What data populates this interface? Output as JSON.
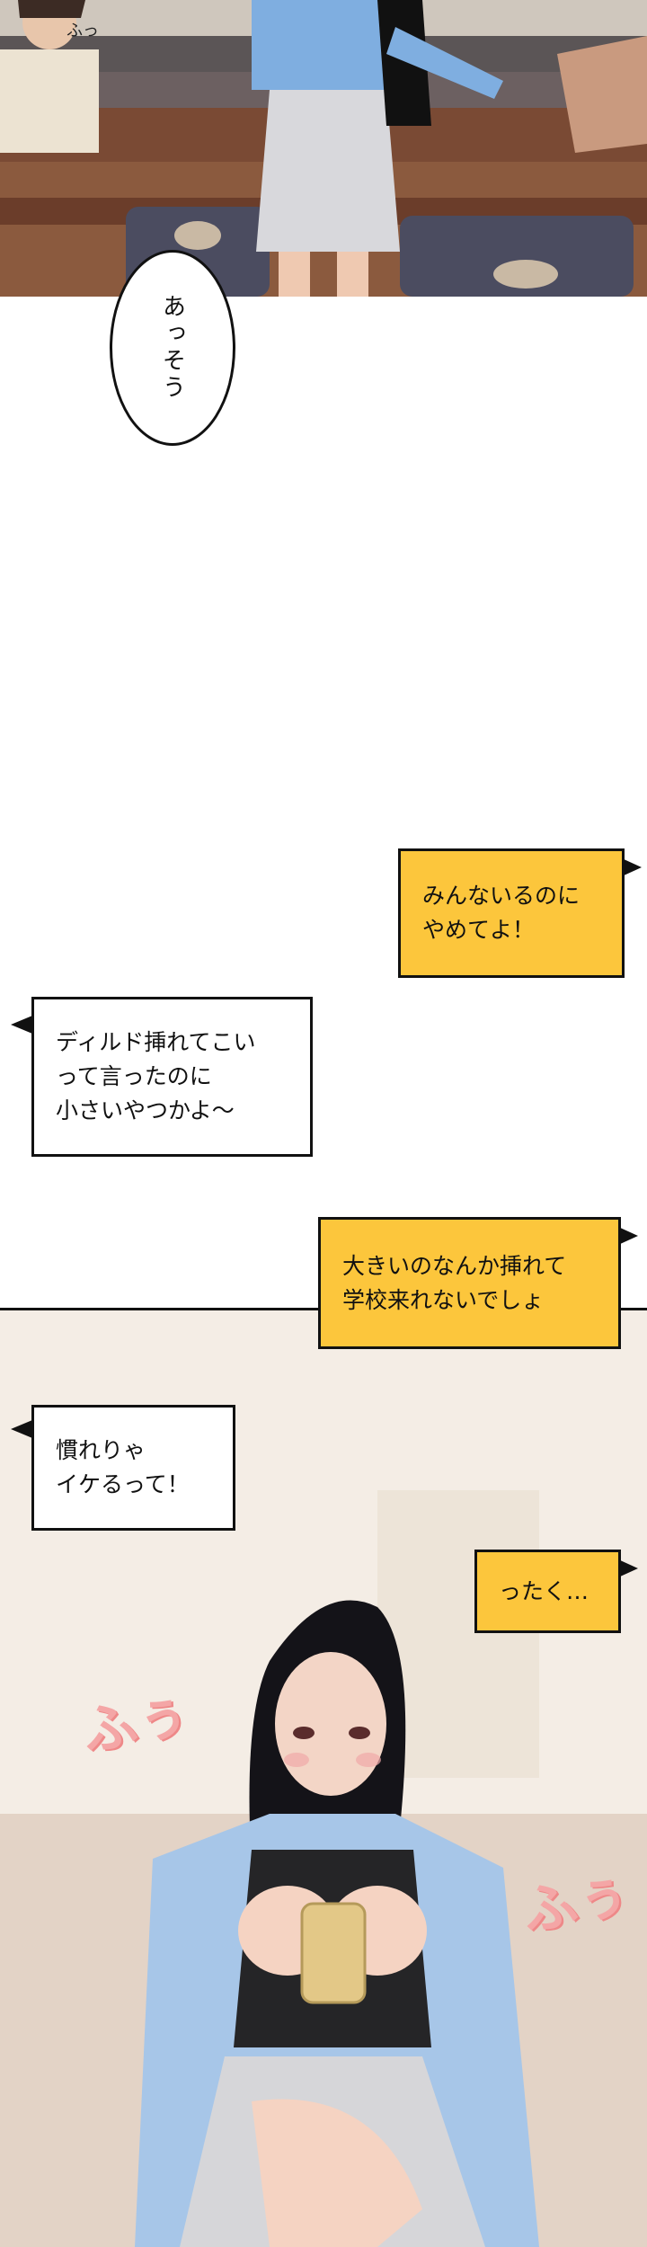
{
  "panels": {
    "top": {
      "bubble": "あっそう",
      "sfx": "ふっ"
    },
    "bottom": {
      "sfx_left": "ふぅ",
      "sfx_right": "ふぅ"
    }
  },
  "dialogue": [
    {
      "speaker_side": "right",
      "color": "yellow",
      "text": "みんないるのに\nやめてよ！"
    },
    {
      "speaker_side": "left",
      "color": "white",
      "text": "ディルド挿れてこい\nって言ったのに\n小さいやつかよ～"
    },
    {
      "speaker_side": "right",
      "color": "yellow",
      "text": "大きいのなんか挿れて\n学校来れないでしょ"
    },
    {
      "speaker_side": "left",
      "color": "white",
      "text": "慣れりゃ\nイケるって！"
    },
    {
      "speaker_side": "right",
      "color": "yellow",
      "text": "ったく…"
    }
  ],
  "colors": {
    "speech_yellow": "#fcc63c",
    "speech_white": "#ffffff"
  }
}
